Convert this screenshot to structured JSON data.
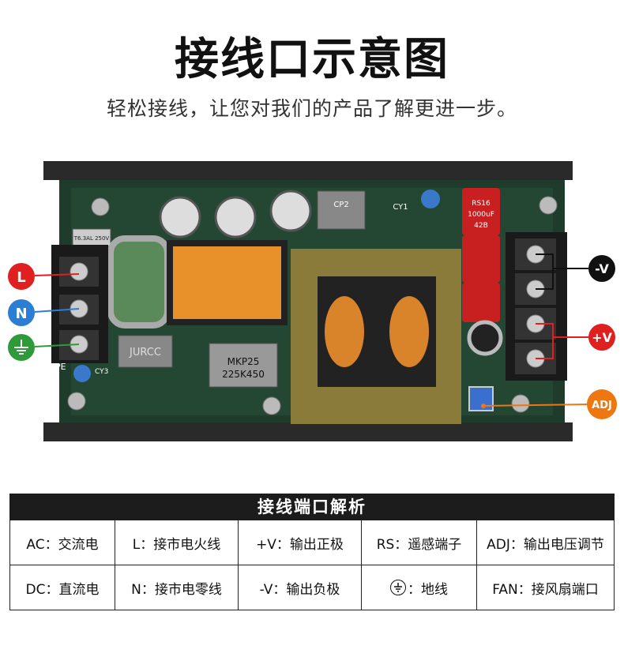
{
  "title": "接线口示意图",
  "subtitle": "轻松接线，让您对我们的产品了解更进一步。",
  "callouts": {
    "L": {
      "label": "L",
      "color": "#e02020"
    },
    "N": {
      "label": "N",
      "color": "#2a7fd4"
    },
    "ground": {
      "label": "earth-ground-icon",
      "color": "#2e9a3a"
    },
    "negV": {
      "label": "-V",
      "color": "#111111"
    },
    "posV": {
      "label": "+V",
      "color": "#e02020"
    },
    "adj": {
      "label": "ADJ",
      "color": "#ee7711"
    }
  },
  "board": {
    "jurcc": "JURCC",
    "mkp_line1": "MKP25",
    "mkp_line2": "225K450",
    "cp2": "CP2",
    "cy1": "CY1",
    "cy3": "CY3",
    "pe": "PE",
    "fuse": "T6.3AL 250V",
    "cap_top": "RS16",
    "cap_mid": "1000uF",
    "cap_bot": "42B"
  },
  "table": {
    "header": "接线端口解析",
    "rows": [
      [
        "AC：交流电",
        "L：接市电火线",
        "+V：输出正极",
        "RS：遥感端子",
        "ADJ：输出电压调节"
      ],
      [
        "DC：直流电",
        "N：接市电零线",
        "-V：输出负极",
        "：地线",
        "FAN：接风扇端口"
      ]
    ]
  }
}
